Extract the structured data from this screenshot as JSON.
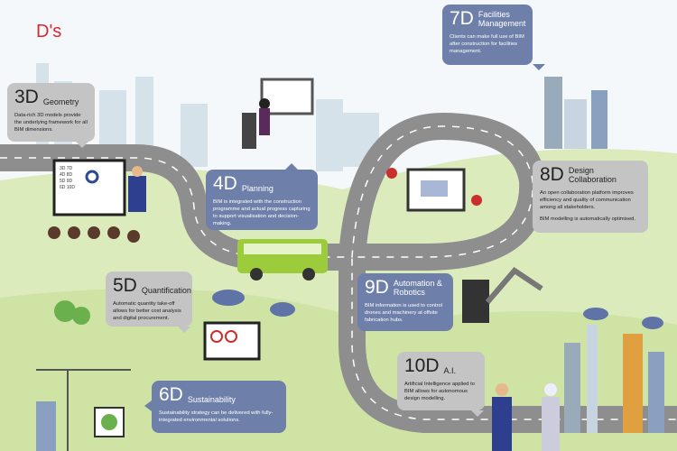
{
  "title": "D's",
  "cards": [
    {
      "num": "3D",
      "label": "Geometry",
      "desc": "Data-rich 3D models provide the underlying framework for all BIM dimensions."
    },
    {
      "num": "4D",
      "label": "Planning",
      "desc": "BIM is integrated with the construction programme and actual progress capturing to support visualisation and decision-making."
    },
    {
      "num": "5D",
      "label": "Quantification",
      "desc": "Automatic quantity take-off allows for better cost analysis and digital procurement."
    },
    {
      "num": "6D",
      "label": "Sustainability",
      "desc": "Sustainability strategy can be delivered with fully-integrated environmental solutions."
    },
    {
      "num": "7D",
      "label": "Facilities Management",
      "desc": "Clients can make full use of BIM after construction for facilities management."
    },
    {
      "num": "8D",
      "label": "Design Collaboration",
      "desc": "An open collaboration platform improves efficiency and quality of communication among all stakeholders.",
      "desc2": "BIM modelling is automatically optimised."
    },
    {
      "num": "9D",
      "label": "Automation & Robotics",
      "desc": "BIM information is used to control drones and machinery at offsite fabrication hubs."
    },
    {
      "num": "10D",
      "label": "A.I.",
      "desc": "Artificial Intelligence applied to BIM allows for autonomous design modelling."
    }
  ],
  "board": {
    "items": [
      "3D",
      "7D",
      "4D",
      "8D",
      "5D",
      "9D",
      "6D",
      "10D"
    ]
  },
  "colors": {
    "title": "#d9282f",
    "blue_card": "#6e80aa",
    "gray_card": "#c4c4c4",
    "road": "#8e8e8e",
    "grass": "#cfe3a4",
    "bus": "#9ccc3c"
  }
}
